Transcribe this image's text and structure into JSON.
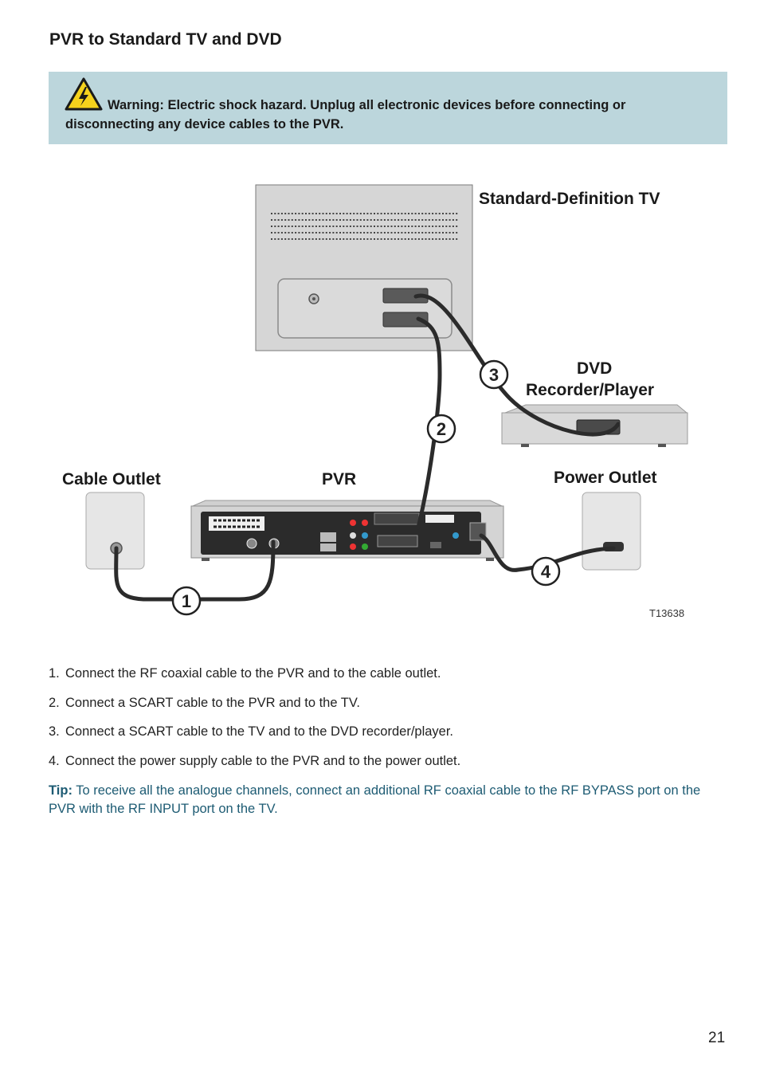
{
  "page": {
    "title": "PVR to Standard TV and DVD",
    "page_number": "21"
  },
  "warning": {
    "text_line1": "Warning: Electric shock hazard. Unplug all electronic devices before connecting or",
    "text_line2": "disconnecting any device cables to the PVR.",
    "icon": "electric-hazard-icon"
  },
  "diagram": {
    "labels": {
      "tv": "Standard-Definition TV",
      "dvd_line1": "DVD",
      "dvd_line2": "Recorder/Player",
      "cable_outlet": "Cable Outlet",
      "pvr": "PVR",
      "power_outlet": "Power Outlet"
    },
    "callouts": [
      "1",
      "2",
      "3",
      "4"
    ],
    "figure_code": "T13638",
    "colors": {
      "cable": "#2b2b2b",
      "device_gray": "#cfcfcf",
      "outlet_gray": "#e3e3e3"
    }
  },
  "steps": [
    {
      "num": "1.",
      "text": "Connect the RF coaxial cable to the PVR and to the cable outlet."
    },
    {
      "num": "2.",
      "text": "Connect a SCART cable to the PVR and to the TV."
    },
    {
      "num": "3.",
      "text": "Connect a SCART cable to the TV and to the DVD recorder/player."
    },
    {
      "num": "4.",
      "text": "Connect the power supply cable to the PVR and to the power outlet."
    }
  ],
  "tip": {
    "label": "Tip:",
    "text": "To receive all the analogue channels, connect an additional RF coaxial cable to the RF BYPASS port on the PVR with the RF INPUT port on the TV."
  }
}
